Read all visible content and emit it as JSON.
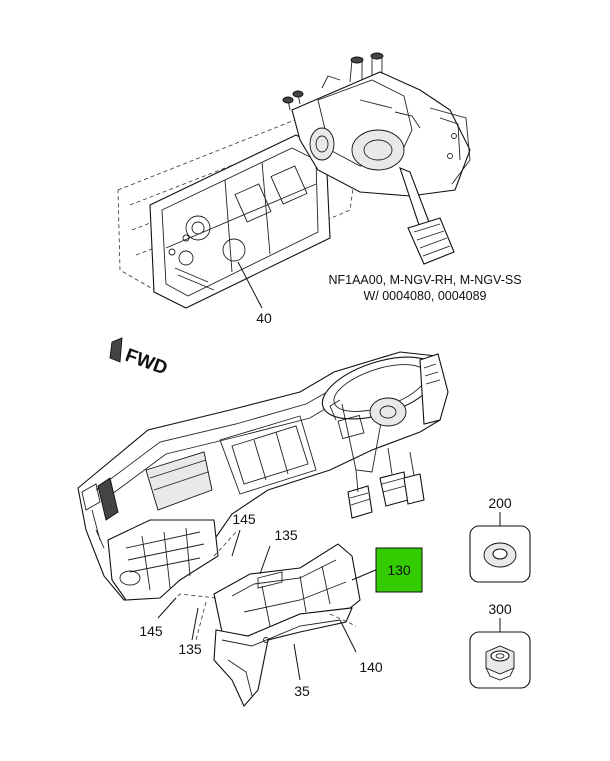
{
  "labels": {
    "p40": "40",
    "p145a": "145",
    "p135a": "135",
    "p130": "130",
    "p145b": "145",
    "p135b": "135",
    "p140": "140",
    "p35": "35",
    "p200": "200",
    "p300": "300"
  },
  "note": {
    "line1": "NF1AA00, M-NGV-RH, M-NGV-SS",
    "line2": "W/ 0004080, 0004089"
  },
  "fwd": "FWD",
  "colors": {
    "highlight": "#33cc00",
    "line": "#111111"
  }
}
